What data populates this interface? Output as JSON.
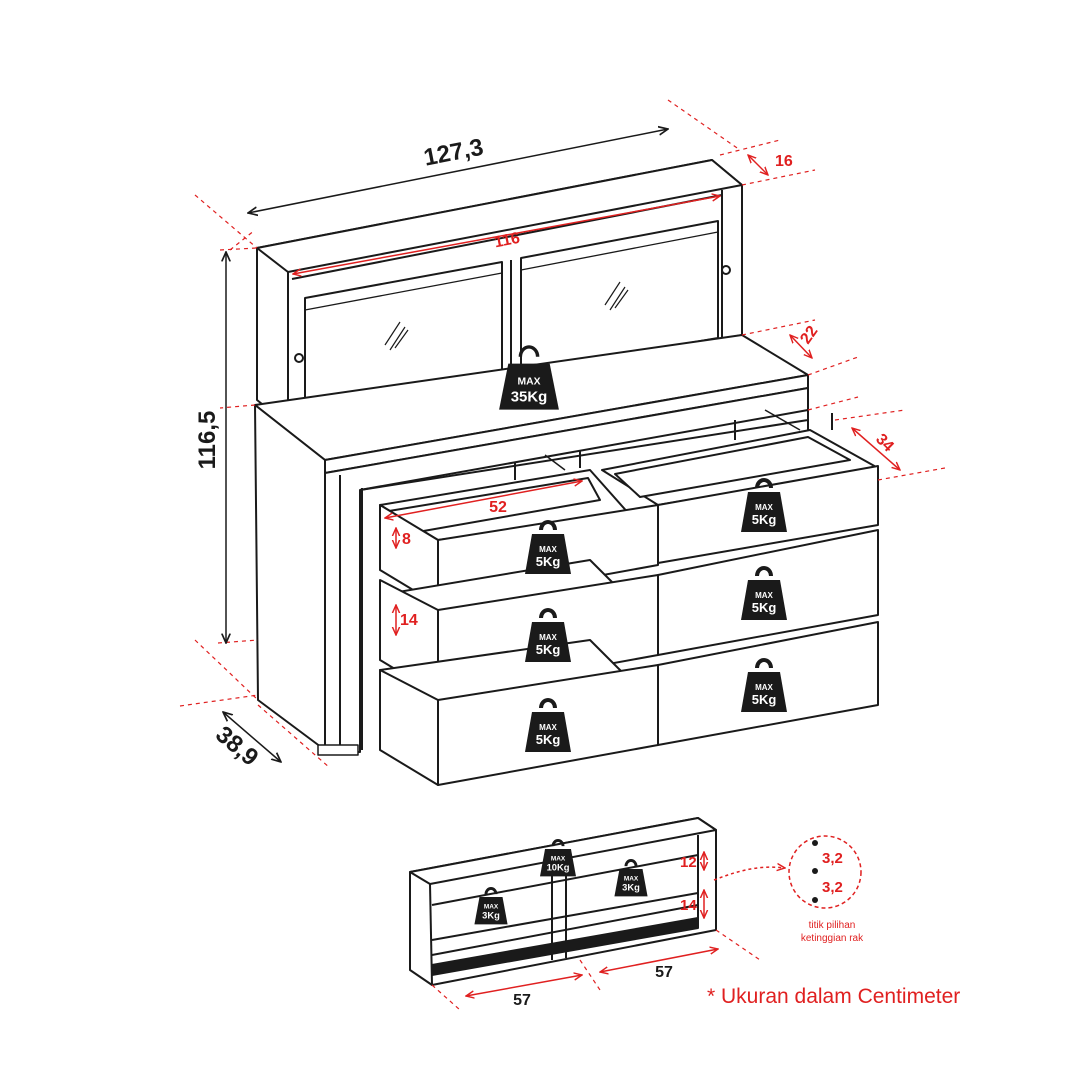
{
  "dimensions": {
    "overall_width": "127,3",
    "overall_height": "116,5",
    "depth": "38,9",
    "hutch_depth": "16",
    "hutch_inner_width": "116",
    "top_shelf_depth": "22",
    "drawer_depth": "34",
    "drawer_inner_width": "52",
    "drawer_height_top": "8",
    "drawer_height": "14"
  },
  "weights": {
    "max_label": "MAX",
    "hutch": "35Kg",
    "drawer": "5Kg",
    "shelf_top": "10Kg",
    "shelf_small": "3Kg"
  },
  "detail": {
    "shelf_spacing_a": "12",
    "shelf_spacing_b": "14",
    "shelf_width_left": "57",
    "shelf_width_right": "57",
    "hole_step_1": "3,2",
    "hole_step_2": "3,2",
    "caption_line1": "titik pilihan",
    "caption_line2": "ketinggian rak"
  },
  "note": "* Ukuran dalam Centimeter",
  "colors": {
    "line": "#1a1a1a",
    "accent": "#e02020",
    "weight_icon": "#1a1a1a"
  }
}
